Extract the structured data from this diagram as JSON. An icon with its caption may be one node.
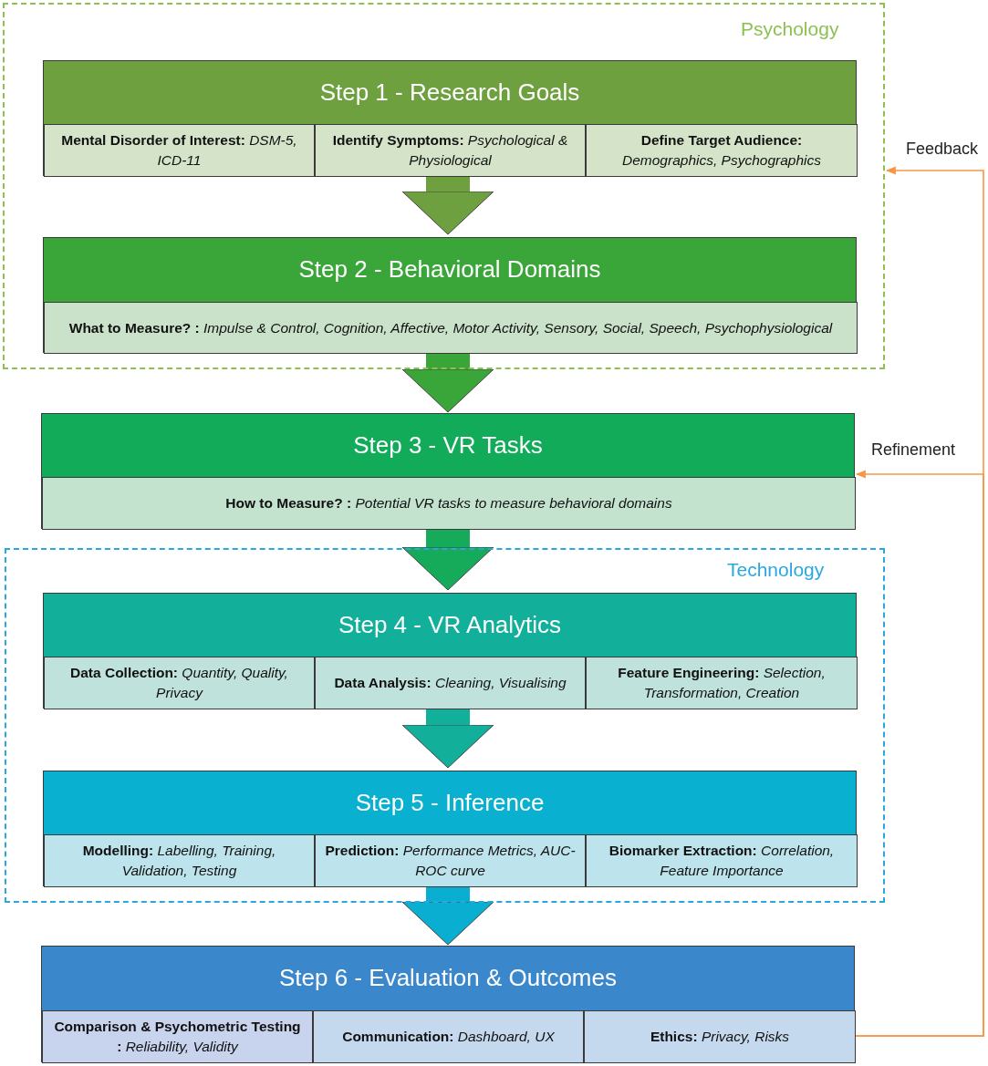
{
  "diagram": {
    "nodes": [
      {
        "text": [
          "Psychology"
        ]
      },
      {
        "text": [
          "Step 1 - Research Goals"
        ],
        "in": 0
      },
      {
        "text": [
          "**Mental Disorder of Interest:** *DSM-5, ICD-11*"
        ],
        "in": 1
      },
      {
        "text": [
          "**Identify Symptoms:** *Psychological & Physiological*"
        ],
        "in": 1
      },
      {
        "text": [
          "**Define Target Audience:** *Demographics, Psychographics*"
        ],
        "in": 1
      },
      {
        "text": [
          "Step 2 - Behavioral Domains"
        ],
        "in": 0
      },
      {
        "text": [
          "**What to Measure? :** *Impulse & Control, Cognition, Affective, Motor Activity, Sensory, Social, Speech, Psychophysiological*"
        ],
        "in": 5
      },
      {
        "text": [
          "Step 3 - VR Tasks"
        ]
      },
      {
        "text": [
          "**How to Measure? :** *Potential VR tasks to measure behavioral domains*"
        ],
        "in": 7
      },
      {
        "text": [
          "Technology"
        ]
      },
      {
        "text": [
          "Step 4 - VR Analytics"
        ],
        "in": 9
      },
      {
        "text": [
          "**Data Collection:** *Quantity, Quality, Privacy*"
        ],
        "in": 10
      },
      {
        "text": [
          "**Data Analysis:** *Cleaning, Visualising*"
        ],
        "in": 10
      },
      {
        "text": [
          "**Feature Engineering:** *Selection, Transformation, Creation*"
        ],
        "in": 10
      },
      {
        "text": [
          "Step 5 - Inference"
        ],
        "in": 9
      },
      {
        "text": [
          "**Modelling:** *Labelling, Training, Validation, Testing*"
        ],
        "in": 14
      },
      {
        "text": [
          "**Prediction:** *Performance Metrics, AUC-ROC curve*"
        ],
        "in": 14
      },
      {
        "text": [
          "**Biomarker Extraction:** *Correlation, Feature Importance*"
        ],
        "in": 14
      },
      {
        "text": [
          "Step 6 - Evaluation & Outcomes"
        ]
      },
      {
        "text": [
          "**Comparison & Psychometric Testing :** *Reliability, Validity*"
        ],
        "in": 18
      },
      {
        "text": [
          "**Communication:** *Dashboard, UX*"
        ],
        "in": 18
      },
      {
        "text": [
          "**Ethics:** *Privacy, Risks*"
        ],
        "in": 18
      }
    ],
    "edges": [
      {
        "from": 1,
        "to": 5,
        "arrow": "to",
        "color": "#6fa040"
      },
      {
        "from": 5,
        "to": 7,
        "arrow": "to",
        "color": "#3aa63a"
      },
      {
        "from": 7,
        "to": 10,
        "arrow": "to",
        "color": "#16ab5a"
      },
      {
        "from": 10,
        "to": 14,
        "arrow": "to",
        "color": "#12b09a"
      },
      {
        "from": 14,
        "to": 18,
        "arrow": "to",
        "color": "#0aaed0"
      },
      {
        "from": 18,
        "to": 0,
        "arrow": "to",
        "label": "Feedback",
        "color": "#f79646"
      },
      {
        "from": 18,
        "to": 7,
        "arrow": "to",
        "label": "Refinement",
        "color": "#f79646"
      }
    ]
  }
}
